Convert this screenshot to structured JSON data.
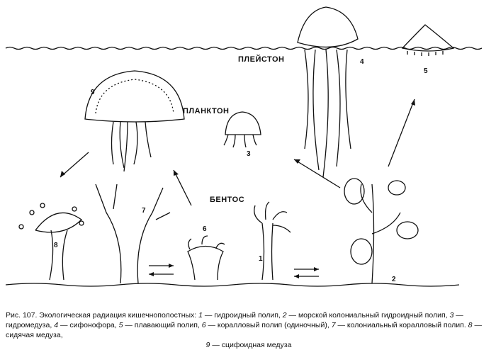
{
  "zones": {
    "pleiston": "ПЛЕЙСТОН",
    "plankton": "ПЛАНКТОН",
    "benthos": "БЕНТОС"
  },
  "labels": [
    "1",
    "2",
    "3",
    "4",
    "5",
    "6",
    "7",
    "8",
    "9"
  ],
  "caption": {
    "prefix": "Рис. 107. Экологическая радиация кишечнополостных:",
    "items": [
      {
        "n": "1",
        "text": "— гидроидный полип,"
      },
      {
        "n": "2",
        "text": "— морской колониальный гидроидный полип,"
      },
      {
        "n": "3",
        "text": "— гидромедуза,"
      },
      {
        "n": "4",
        "text": "— сифонофора,"
      },
      {
        "n": "5",
        "text": "— плавающий полип,"
      },
      {
        "n": "6",
        "text": "— коралловый полип (одиночный),"
      },
      {
        "n": "7",
        "text": "— колониальный коралловый полип."
      },
      {
        "n": "8",
        "text": "— сидячая медуза,"
      },
      {
        "n": "9",
        "text": "— сцифоидная медуза"
      }
    ]
  }
}
